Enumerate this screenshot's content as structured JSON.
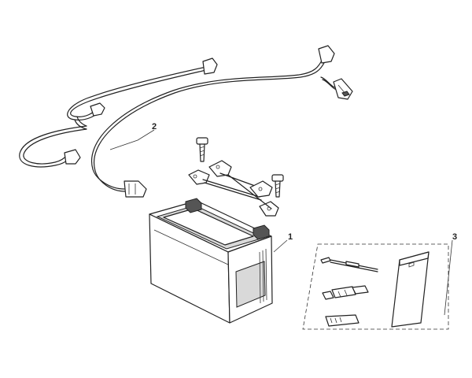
{
  "callouts": {
    "battery": "1",
    "cable": "2",
    "tool_kit": "3"
  },
  "colors": {
    "line": "#222222",
    "background": "#ffffff"
  }
}
